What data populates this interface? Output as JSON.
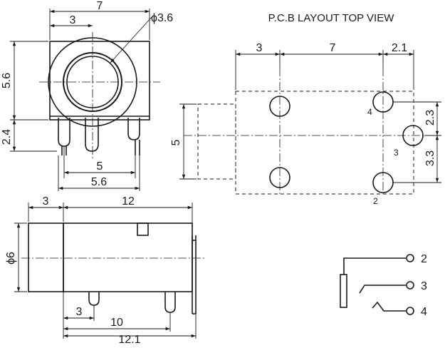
{
  "title": "P.C.B LAYOUT TOP VIEW",
  "front_view": {
    "width": "7",
    "offset": "3",
    "hole_diameter": "ϕ3.6",
    "height": "5.6",
    "pin_length": "2.4",
    "pin_span": "5",
    "outer_span": "5.6"
  },
  "pcb_layout": {
    "offset_left": "3",
    "pitch": "7",
    "offset_right": "2.1",
    "height": "5",
    "vert_upper": "2.3",
    "vert_lower": "3.3",
    "pad_4": "4",
    "pad_3": "3",
    "pad_2": "2"
  },
  "side_view": {
    "front_len": "3",
    "body_len": "12",
    "diameter": "ϕ6",
    "pin_offset": "3",
    "pin_pitch": "10",
    "total_len": "12.1"
  },
  "schematic": {
    "pins": [
      "2",
      "3",
      "4"
    ]
  }
}
